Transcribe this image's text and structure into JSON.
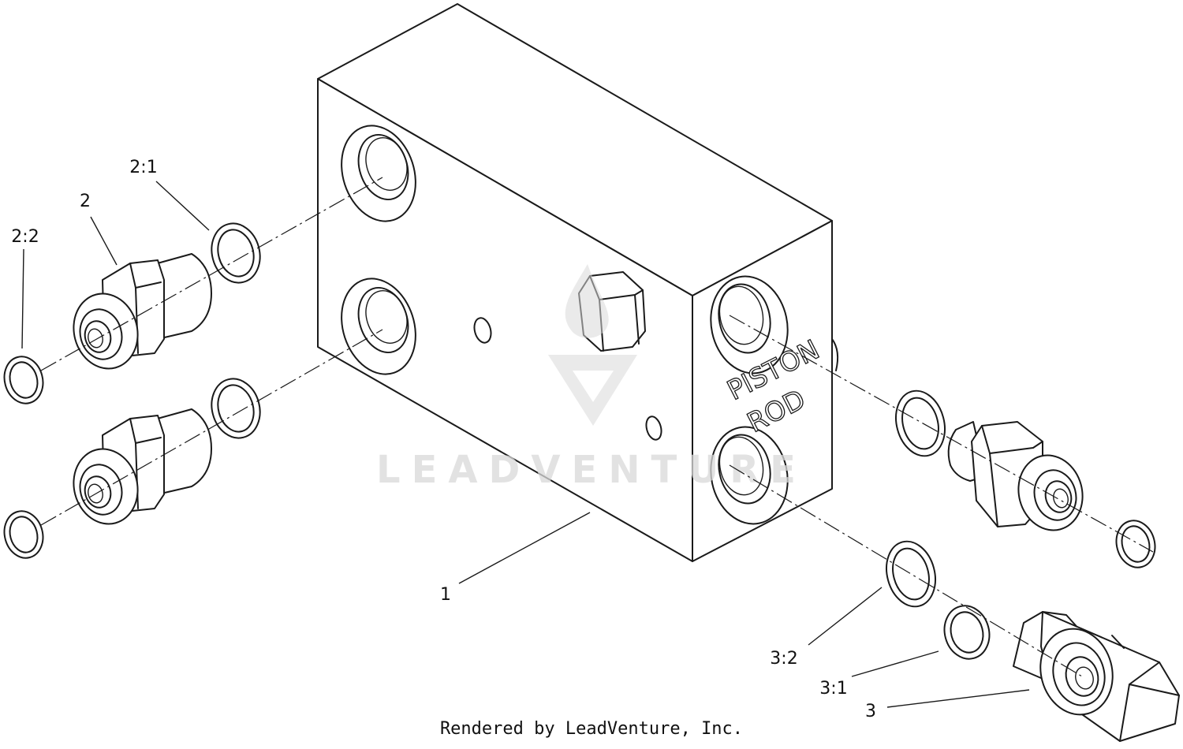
{
  "block_engraving": {
    "line1": "PISTON",
    "line2": "ROD"
  },
  "callouts": [
    {
      "id": "c-1",
      "text": "1"
    },
    {
      "id": "c-2",
      "text": "2"
    },
    {
      "id": "c-2-1",
      "text": "2:1"
    },
    {
      "id": "c-2-2",
      "text": "2:2"
    },
    {
      "id": "c-3",
      "text": "3"
    },
    {
      "id": "c-3-1",
      "text": "3:1"
    },
    {
      "id": "c-3-2",
      "text": "3:2"
    }
  ],
  "watermark": {
    "text": "LEADVENTURE",
    "logo_icon": "flame-v-logo-icon"
  },
  "footer": {
    "text": "Rendered by LeadVenture, Inc."
  },
  "colors": {
    "line": "#1a1a1a",
    "watermark": "#d9d9d9",
    "background": "#ffffff"
  }
}
